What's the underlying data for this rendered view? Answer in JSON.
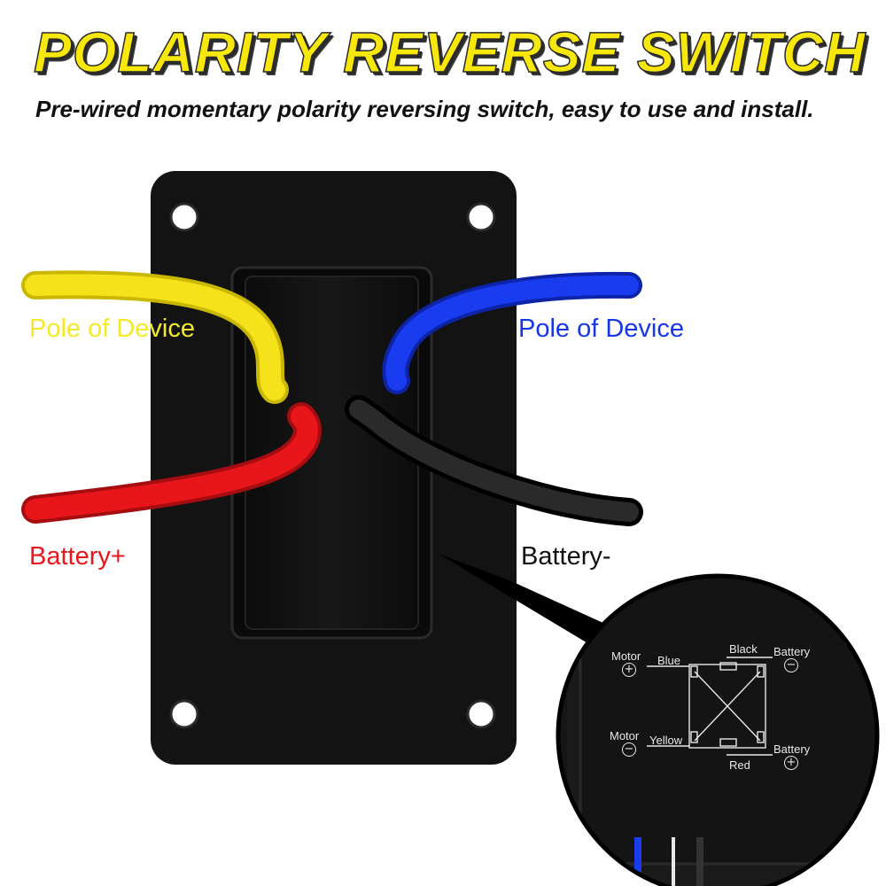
{
  "header": {
    "title": "POLARITY REVERSE SWITCH",
    "subtitle": "Pre-wired momentary polarity reversing switch, easy to use and install."
  },
  "wire_labels": {
    "yellow": "Pole of Device",
    "blue": "Pole of Device",
    "red": "Battery+",
    "black": "Battery-"
  },
  "diagram": {
    "motor_top_label": "Motor",
    "motor_top_symbol": "+",
    "motor_bottom_label": "Motor",
    "motor_bottom_symbol": "−",
    "battery_top_label": "Battery",
    "battery_top_symbol": "−",
    "battery_bottom_label": "Battery",
    "battery_bottom_symbol": "+",
    "wire_blue": "Blue",
    "wire_black": "Black",
    "wire_yellow": "Yellow",
    "wire_red": "Red"
  },
  "colors": {
    "title_yellow": "#f7e70a",
    "wire_yellow": "#f5e21a",
    "wire_blue": "#1a3cf0",
    "wire_red": "#e8161b",
    "wire_black": "#111111",
    "panel": "#121212"
  }
}
